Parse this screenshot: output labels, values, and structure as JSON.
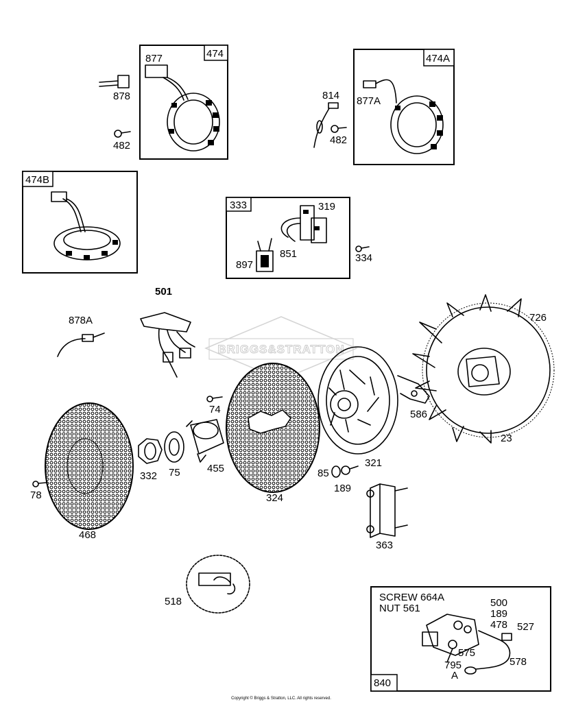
{
  "watermark": "BRIGGS&STRATTON",
  "copyright": "Copyright © Briggs & Stratton, LLC. All rights reserved.",
  "insets": {
    "b474": {
      "tag": "474",
      "parts": [
        "877",
        "878",
        "482"
      ]
    },
    "b474a": {
      "tag": "474A",
      "parts": [
        "814",
        "877A",
        "482"
      ]
    },
    "b474b": {
      "tag": "474B"
    },
    "b333": {
      "tag": "333",
      "parts": [
        "319",
        "851",
        "897",
        "334"
      ]
    },
    "b840": {
      "tag": "840",
      "line1": "SCREW 664A",
      "line2": "NUT 561",
      "parts": [
        "500",
        "189",
        "478",
        "527",
        "575",
        "795",
        "A",
        "578"
      ]
    }
  },
  "parts": {
    "p501": "501",
    "p878A": "878A",
    "p726": "726",
    "p586": "586",
    "p23": "23",
    "p74": "74",
    "p321": "321",
    "p332": "332",
    "p75": "75",
    "p455": "455",
    "p78": "78",
    "p468": "468",
    "p324": "324",
    "p85": "85",
    "p189": "189",
    "p363": "363",
    "p518": "518"
  },
  "colors": {
    "ink": "#000000",
    "paper": "#ffffff",
    "watermark": "#c8c8c8"
  }
}
